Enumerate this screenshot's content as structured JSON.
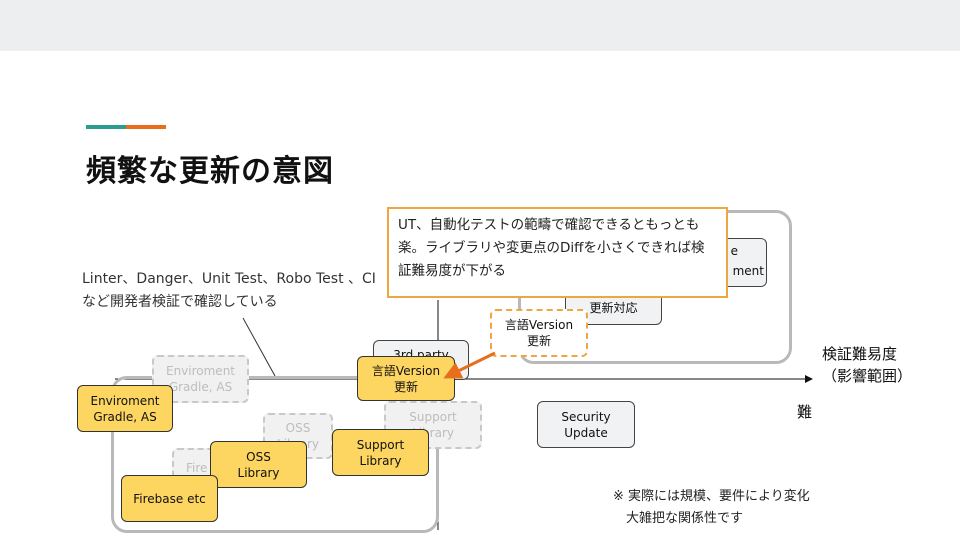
{
  "slide": {
    "title": "頻繁な更新の意図",
    "lint_note": "Linter、Danger、Unit Test、Robo Test 、CI\nなど開発者検証で確認している",
    "callout": "UT、自動化テストの範疇で確認できるともっとも楽。ライブラリや変更点のDiffを小さくできれば検証難易度が下がる",
    "axis_label": "検証難易度\n（影響範囲）",
    "hard_label": "難",
    "footnote": "※ 実際には規模、要件により変化\n　大雑把な関係性です",
    "colors": {
      "accent_teal": "#2a9d8f",
      "accent_orange": "#e76f1c",
      "box_yellow": "#fdd561",
      "callout_border": "#f0a640",
      "arrow": "#e76f1c"
    }
  },
  "boxes": {
    "ghost_env": "Enviroment\nGradle, AS",
    "ghost_oss": "OSS\nLibrary",
    "ghost_support": "Support\nLibrary",
    "ghost_fire": "Fire",
    "env": "Enviroment\nGradle, AS",
    "oss": "OSS\nLibrary",
    "support": "Support\nLibrary",
    "firebase": "Firebase etc",
    "third_party": "3rd party",
    "lang_update": "言語Version\n更新",
    "lang_update_target": "言語Version\n更新",
    "security": "Security\nUpdate",
    "ment_fragment": "ment",
    "e_fragment": "e",
    "update_response": "更新対応"
  }
}
